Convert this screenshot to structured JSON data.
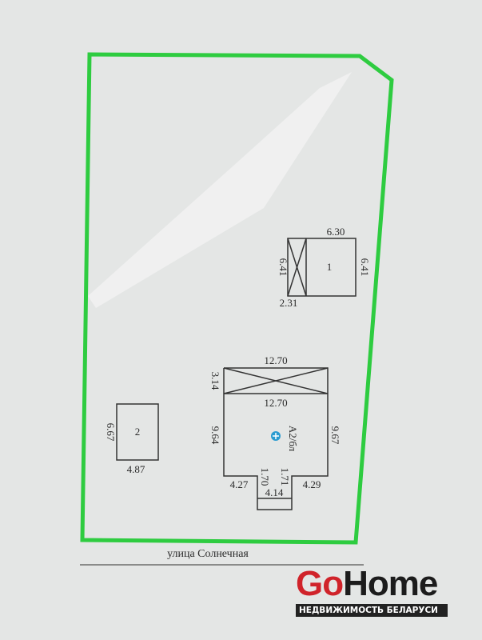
{
  "plan": {
    "building_1": {
      "label": "1",
      "top": "6.30",
      "left": "6.41",
      "right": "6.41",
      "bottom": "2.31"
    },
    "building_2": {
      "label": "2",
      "left": "6.67",
      "bottom": "4.87"
    },
    "main_house": {
      "top": "12.70",
      "inner": "12.70",
      "terrace_side": "3.14",
      "left": "9.64",
      "right": "9.67",
      "code": "А2/бл",
      "bottom_left": "4.27",
      "bottom_right": "4.29",
      "porch_left": "1.70",
      "porch_right": "1.71",
      "porch_bottom": "4.14"
    },
    "street": "улица Солнечная",
    "boundary_color": "#2ecc40"
  },
  "watermark": {
    "brand_go": "Go",
    "brand_home": "Home",
    "tagline": "НЕДВИЖИМОСТЬ БЕЛАРУСИ"
  }
}
